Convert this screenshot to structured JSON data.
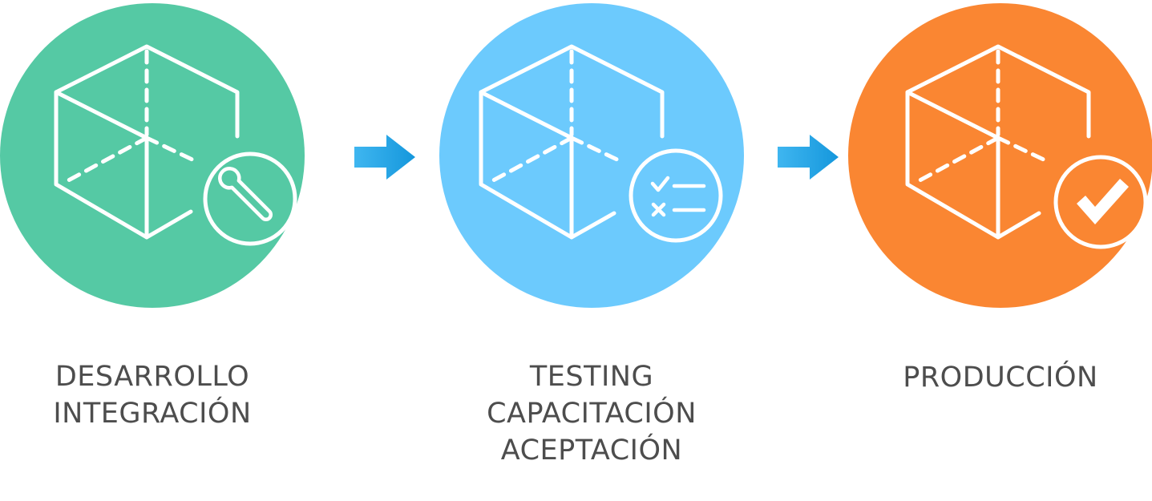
{
  "stages": [
    {
      "lines": [
        "DESARROLLO",
        "INTEGRACIÓN"
      ],
      "color": "#55c9a4",
      "icon": "wrench-icon"
    },
    {
      "lines": [
        "TESTING",
        "CAPACITACIÓN",
        "ACEPTACIÓN"
      ],
      "color": "#6ccafd",
      "icon": "checklist-icon"
    },
    {
      "lines": [
        "PRODUCCIÓN"
      ],
      "color": "#fa8632",
      "icon": "checkmark-icon"
    }
  ],
  "arrow_color": "#1ea7e8",
  "label_color": "#4d4d4d"
}
